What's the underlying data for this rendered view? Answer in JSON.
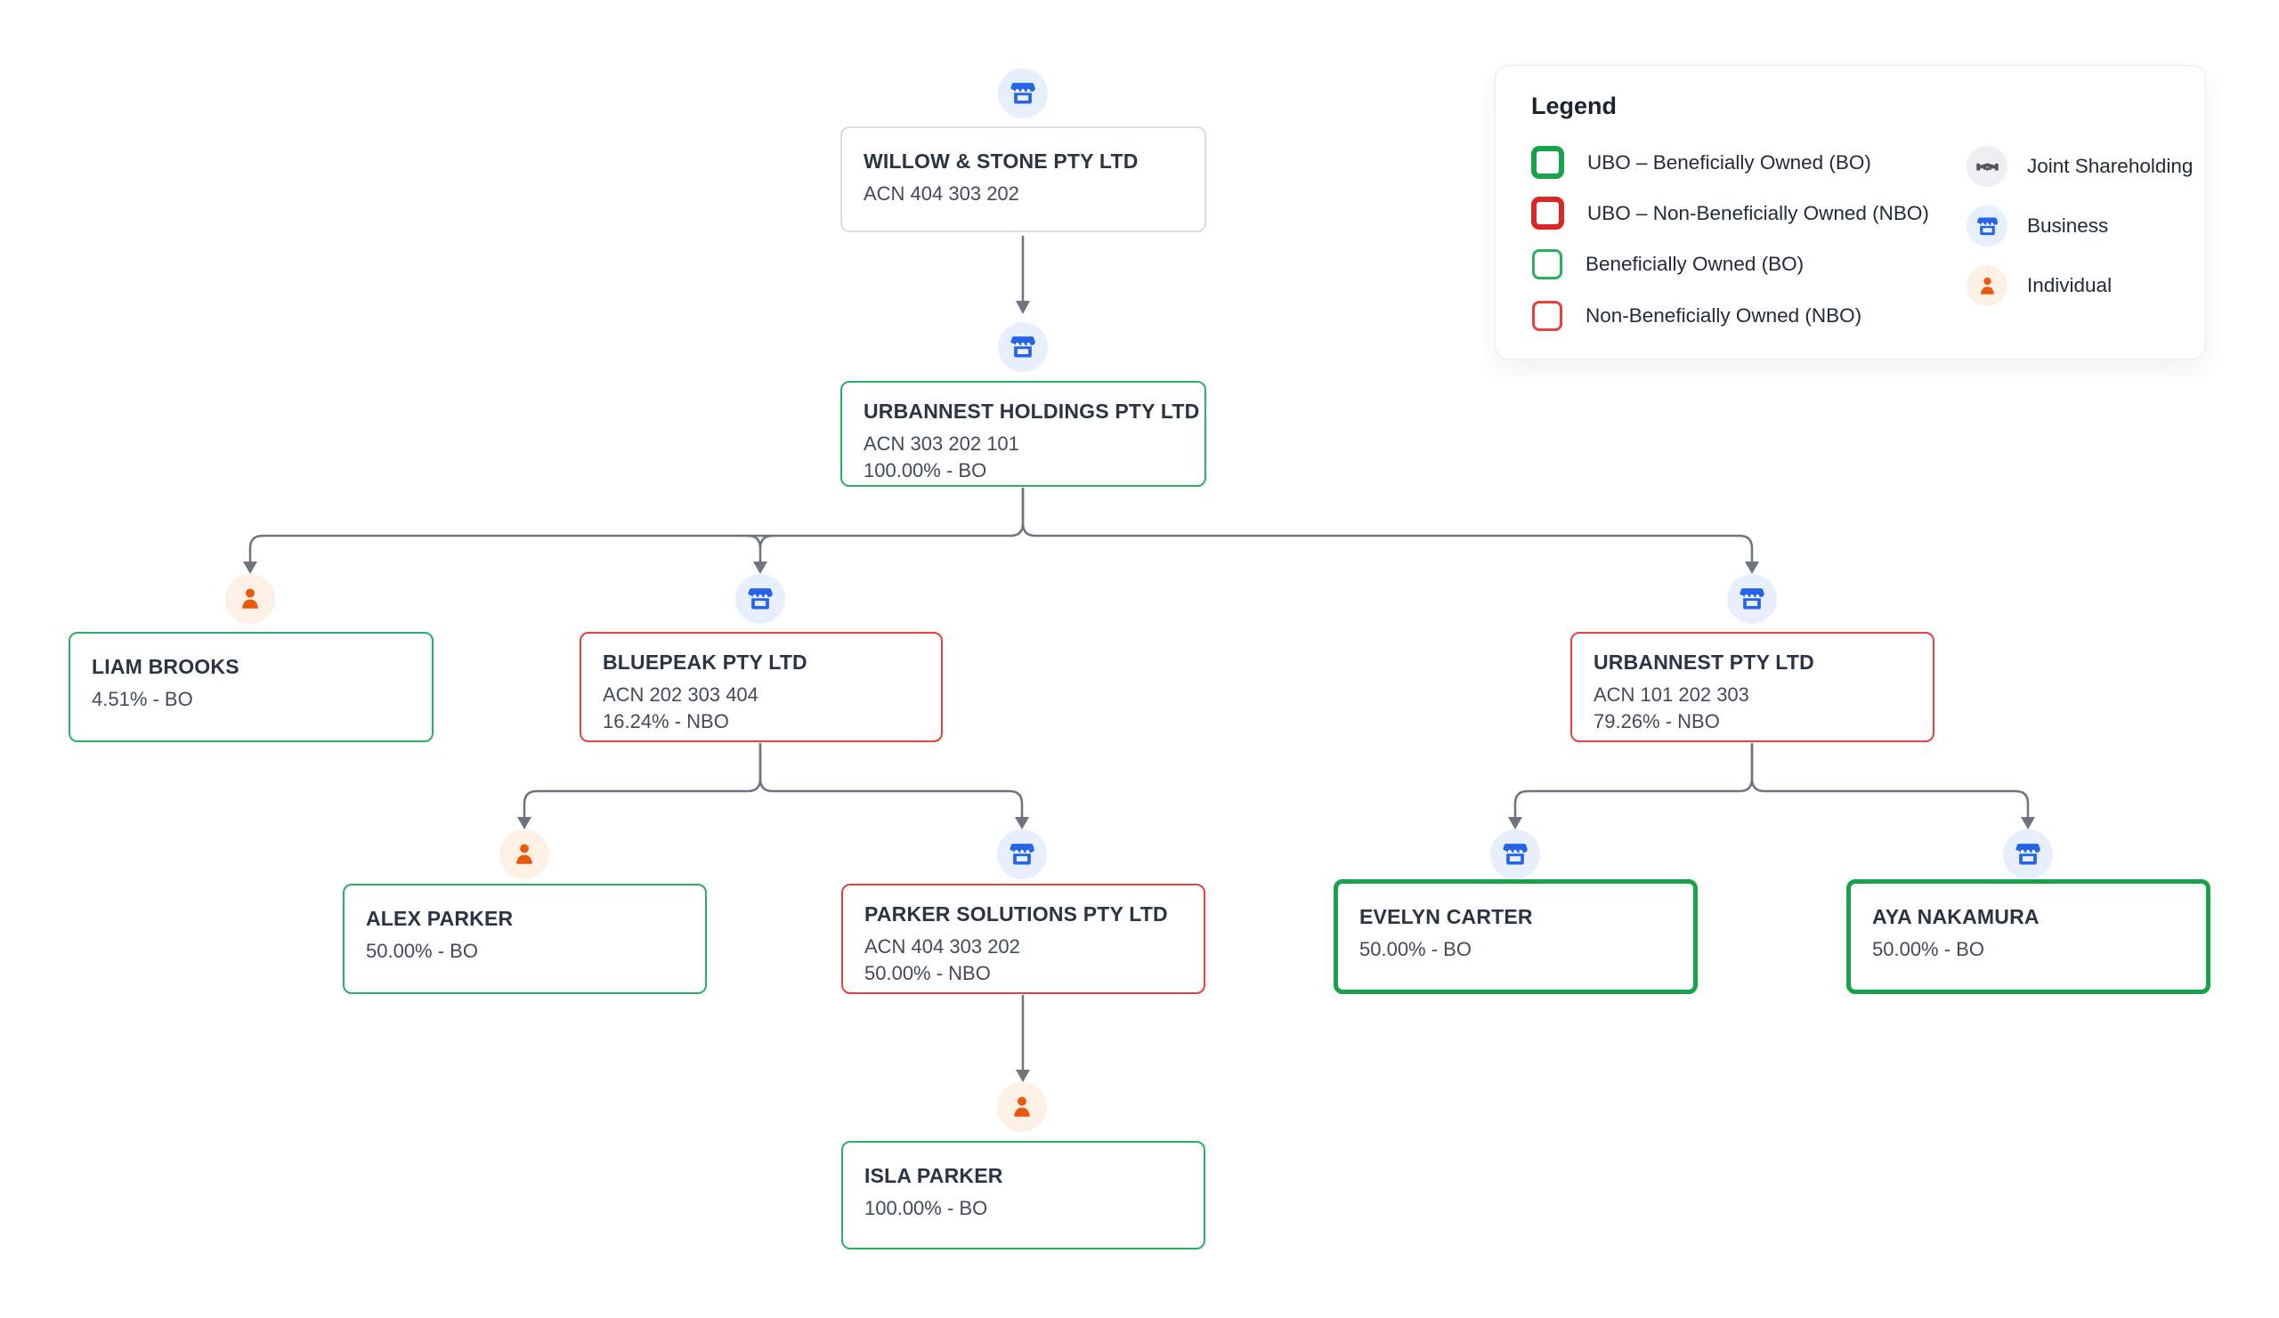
{
  "legend": {
    "title": "Legend",
    "items": [
      {
        "label": "UBO – Beneficially Owned (BO)",
        "style": "ubo-bo"
      },
      {
        "label": "UBO – Non-Beneficially Owned (NBO)",
        "style": "ubo-nbo"
      },
      {
        "label": "Beneficially Owned (BO)",
        "style": "bo"
      },
      {
        "label": "Non-Beneficially Owned (NBO)",
        "style": "nbo"
      }
    ],
    "icon_items": [
      {
        "label": "Joint Shareholding",
        "icon": "joint-shareholding-icon"
      },
      {
        "label": "Business",
        "icon": "business-icon"
      },
      {
        "label": "Individual",
        "icon": "individual-icon"
      }
    ]
  },
  "nodes": [
    {
      "id": "willow-stone",
      "name": "WILLOW & STONE PTY LTD",
      "acn": "ACN 404 303 202",
      "ownership": "",
      "style": "root",
      "icon": "business"
    },
    {
      "id": "urbannest-holdings",
      "name": "URBANNEST HOLDINGS PTY LTD",
      "acn": "ACN 303 202 101",
      "ownership": "100.00% - BO",
      "style": "bo",
      "icon": "business"
    },
    {
      "id": "liam-brooks",
      "name": "LIAM BROOKS",
      "ownership": "4.51% - BO",
      "style": "bo",
      "icon": "individual"
    },
    {
      "id": "bluepeak",
      "name": "BLUEPEAK PTY LTD",
      "acn": "ACN 202 303 404",
      "ownership": "16.24% - NBO",
      "style": "nbo",
      "icon": "business"
    },
    {
      "id": "urbannest-pty",
      "name": "URBANNEST PTY LTD",
      "acn": "ACN 101 202 303",
      "ownership": "79.26% - NBO",
      "style": "nbo",
      "icon": "business"
    },
    {
      "id": "alex-parker",
      "name": "ALEX PARKER",
      "ownership": "50.00% - BO",
      "style": "bo",
      "icon": "individual"
    },
    {
      "id": "parker-solutions",
      "name": "PARKER SOLUTIONS PTY LTD",
      "acn": "ACN 404 303 202",
      "ownership": "50.00% - NBO",
      "style": "nbo",
      "icon": "business"
    },
    {
      "id": "evelyn-carter",
      "name": "EVELYN CARTER",
      "ownership": "50.00% - BO",
      "style": "ubo-bo",
      "icon": "business"
    },
    {
      "id": "aya-nakamura",
      "name": "AYA NAKAMURA",
      "ownership": "50.00% - BO",
      "style": "ubo-bo",
      "icon": "business"
    },
    {
      "id": "isla-parker",
      "name": "ISLA PARKER",
      "ownership": "100.00% - BO",
      "style": "bo",
      "icon": "individual"
    }
  ],
  "edges": [
    {
      "from": "WILLOW & STONE PTY LTD",
      "to": "URBANNEST HOLDINGS PTY LTD"
    },
    {
      "from": "URBANNEST HOLDINGS PTY LTD",
      "to": "LIAM BROOKS"
    },
    {
      "from": "URBANNEST HOLDINGS PTY LTD",
      "to": "BLUEPEAK PTY LTD"
    },
    {
      "from": "URBANNEST HOLDINGS PTY LTD",
      "to": "URBANNEST PTY LTD"
    },
    {
      "from": "BLUEPEAK PTY LTD",
      "to": "ALEX PARKER"
    },
    {
      "from": "BLUEPEAK PTY LTD",
      "to": "PARKER SOLUTIONS PTY LTD"
    },
    {
      "from": "PARKER SOLUTIONS PTY LTD",
      "to": "ISLA PARKER"
    },
    {
      "from": "URBANNEST PTY LTD",
      "to": "EVELYN CARTER"
    },
    {
      "from": "URBANNEST PTY LTD",
      "to": "AYA NAKAMURA"
    }
  ],
  "colors": {
    "bo_border": "#2ab061",
    "nbo_border": "#e8403f",
    "ubo_bo_border": "#16a34a",
    "ubo_nbo_border": "#dc2626",
    "root_border": "#d9dce1",
    "business_color": "#2563eb",
    "business_bg": "#e7effd",
    "individual_color": "#ea580c",
    "individual_bg": "#fdf1e5",
    "joint_color": "#4f5660",
    "joint_bg": "#edeff2",
    "connector": "#6f757e"
  }
}
